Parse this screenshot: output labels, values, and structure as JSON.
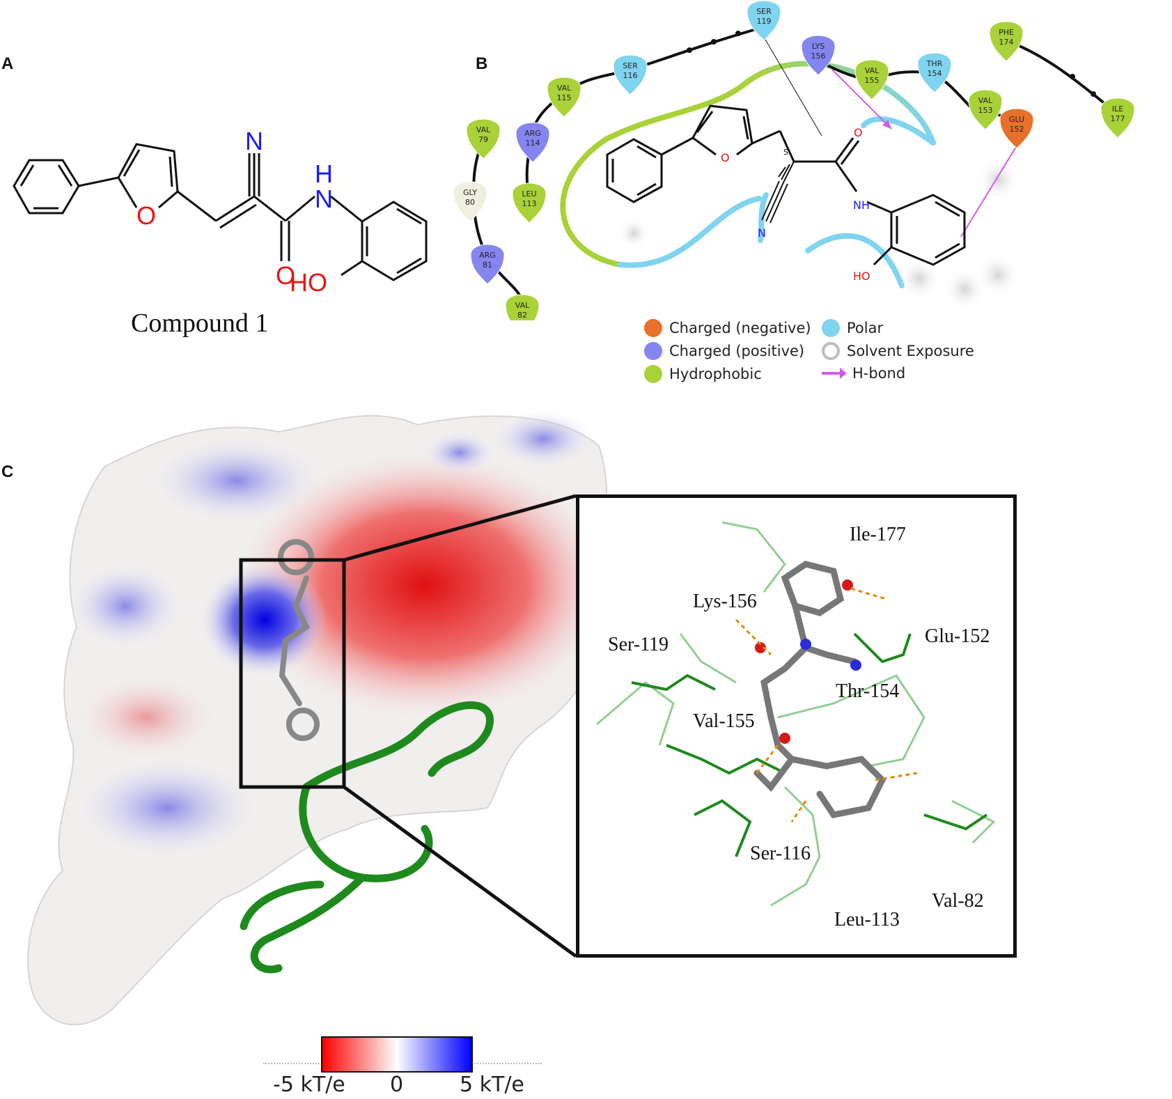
{
  "panels": {
    "a": "A",
    "b": "B",
    "c": "C"
  },
  "compound": {
    "caption": "Compound 1",
    "atoms": {
      "n_nitrile": "N",
      "nh_n": "N",
      "nh_h": "H",
      "o_furan": "O",
      "o_carbonyl": "O",
      "ho": "HO"
    }
  },
  "ligand_map": {
    "atoms": {
      "o_furan": "O",
      "o_carbonyl": "O",
      "n_nitrile": "N",
      "nh": "NH",
      "ho": "HO",
      "stereo": "S"
    },
    "residues": [
      {
        "name": "SER",
        "num": "119",
        "type": "polar"
      },
      {
        "name": "SER",
        "num": "116",
        "type": "polar"
      },
      {
        "name": "VAL",
        "num": "115",
        "type": "hydrophobic"
      },
      {
        "name": "ARG",
        "num": "114",
        "type": "positive"
      },
      {
        "name": "LEU",
        "num": "113",
        "type": "hydrophobic"
      },
      {
        "name": "VAL",
        "num": "79",
        "type": "hydrophobic"
      },
      {
        "name": "GLY",
        "num": "80",
        "type": "glycine"
      },
      {
        "name": "ARG",
        "num": "81",
        "type": "positive"
      },
      {
        "name": "VAL",
        "num": "82",
        "type": "hydrophobic"
      },
      {
        "name": "LYS",
        "num": "156",
        "type": "positive"
      },
      {
        "name": "VAL",
        "num": "155",
        "type": "hydrophobic"
      },
      {
        "name": "THR",
        "num": "154",
        "type": "polar"
      },
      {
        "name": "VAL",
        "num": "153",
        "type": "hydrophobic"
      },
      {
        "name": "GLU",
        "num": "152",
        "type": "negative"
      },
      {
        "name": "PHE",
        "num": "174",
        "type": "hydrophobic"
      },
      {
        "name": "ILE",
        "num": "177",
        "type": "hydrophobic"
      }
    ],
    "legend": {
      "negative": "Charged (negative)",
      "positive": "Charged (positive)",
      "hydrophobic": "Hydrophobic",
      "polar": "Polar",
      "solvent": "Solvent Exposure",
      "hbond": "H-bond"
    },
    "colors": {
      "negative": "#e8702a",
      "positive": "#8585f0",
      "hydrophobic": "#a9d238",
      "polar": "#7fd4f0",
      "glycine": "#f0f0e0",
      "hbond": "#d35ae8"
    }
  },
  "surface_view": {
    "labels": {
      "ile177": "Ile-177",
      "lys156": "Lys-156",
      "ser119": "Ser-119",
      "glu152": "Glu-152",
      "thr154": "Thr-154",
      "val155": "Val-155",
      "ser116": "Ser-116",
      "leu113": "Leu-113",
      "val82": "Val-82"
    },
    "colorbar": {
      "min_label": "-5 kT/e",
      "mid_label": "0",
      "max_label": "5 kT/e",
      "low_color": "#ff0000",
      "mid_color": "#ffffff",
      "high_color": "#0000ff"
    }
  }
}
